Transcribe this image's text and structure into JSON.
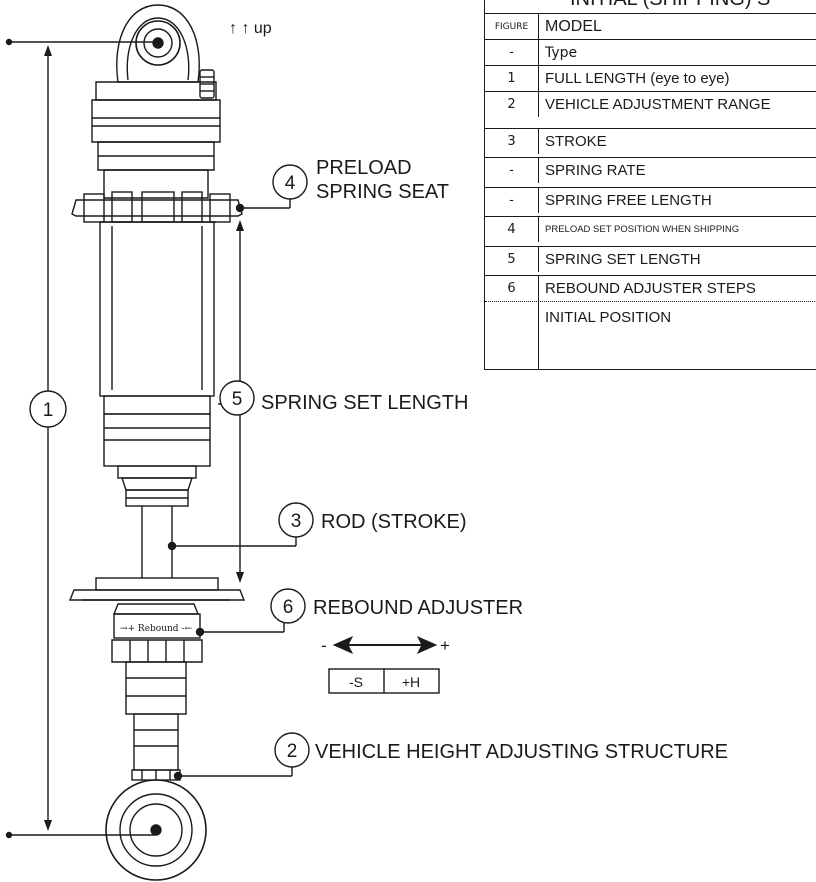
{
  "labels": {
    "up": "↑ ↑ up",
    "preload_line1": "PRELOAD",
    "preload_line2": "SPRING SEAT",
    "spring_set_length": "SPRING SET LENGTH",
    "rod_stroke": "ROD (STROKE)",
    "rebound_adjuster": "REBOUND ADJUSTER",
    "vehicle_height": "VEHICLE HEIGHT ADJUSTING STRUCTURE",
    "rebound_ring_text": "→+ Rebound -←",
    "adjust_minus": "-",
    "adjust_plus": "+",
    "soft": "-S",
    "hard": "+H"
  },
  "callouts": {
    "n1": "1",
    "n2": "2",
    "n3": "3",
    "n4": "4",
    "n5": "5",
    "n6": "6"
  },
  "table": {
    "title": "INITIAL (SHIPPING) S",
    "header": {
      "fig": "FIGURE",
      "desc": "MODEL"
    },
    "rows": [
      {
        "fig": "-",
        "desc": "Type"
      },
      {
        "fig": "1",
        "desc": "FULL LENGTH (eye to eye)"
      },
      {
        "fig": "2",
        "desc": "VEHICLE ADJUSTMENT RANGE"
      },
      {
        "fig": "3",
        "desc": "STROKE"
      },
      {
        "fig": "-",
        "desc": "SPRING RATE"
      },
      {
        "fig": "-",
        "desc": "SPRING FREE LENGTH"
      },
      {
        "fig": "4",
        "desc": "PRELOAD SET POSITION WHEN SHIPPING"
      },
      {
        "fig": "5",
        "desc": "SPRING SET LENGTH"
      },
      {
        "fig": "6",
        "desc": "REBOUND ADJUSTER STEPS"
      },
      {
        "fig": "",
        "desc": "INITIAL POSITION"
      }
    ]
  }
}
